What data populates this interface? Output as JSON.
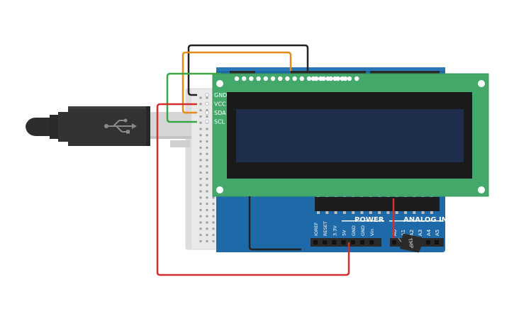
{
  "lcd_pins": [
    "GND",
    "VCC",
    "SDA",
    "SCL"
  ],
  "power_header": {
    "title": "POWER",
    "pins": [
      "IOREF",
      "RESET",
      "3.3V",
      "5V",
      "GND",
      "GND",
      "Vin"
    ]
  },
  "analog_header": {
    "title": "ANALOG IN",
    "pins": [
      "A0",
      "A1",
      "A2",
      "A3",
      "A4",
      "A5"
    ]
  },
  "sensor": {
    "label": "TMP"
  },
  "colors": {
    "board_blue": "#1e6aa8",
    "lcd_green": "#43a86a",
    "lcd_screen": "#1f2d4d",
    "wire_red": "#d32f2f",
    "wire_orange": "#e68a1c",
    "wire_green": "#3aa646",
    "wire_black": "#222222",
    "breadboard": "#e9e9e9"
  },
  "icons": {
    "usb_cable": "usb-cable-icon",
    "usb_symbol": "usb-symbol-icon",
    "temperature_sensor": "temperature-sensor-icon"
  }
}
